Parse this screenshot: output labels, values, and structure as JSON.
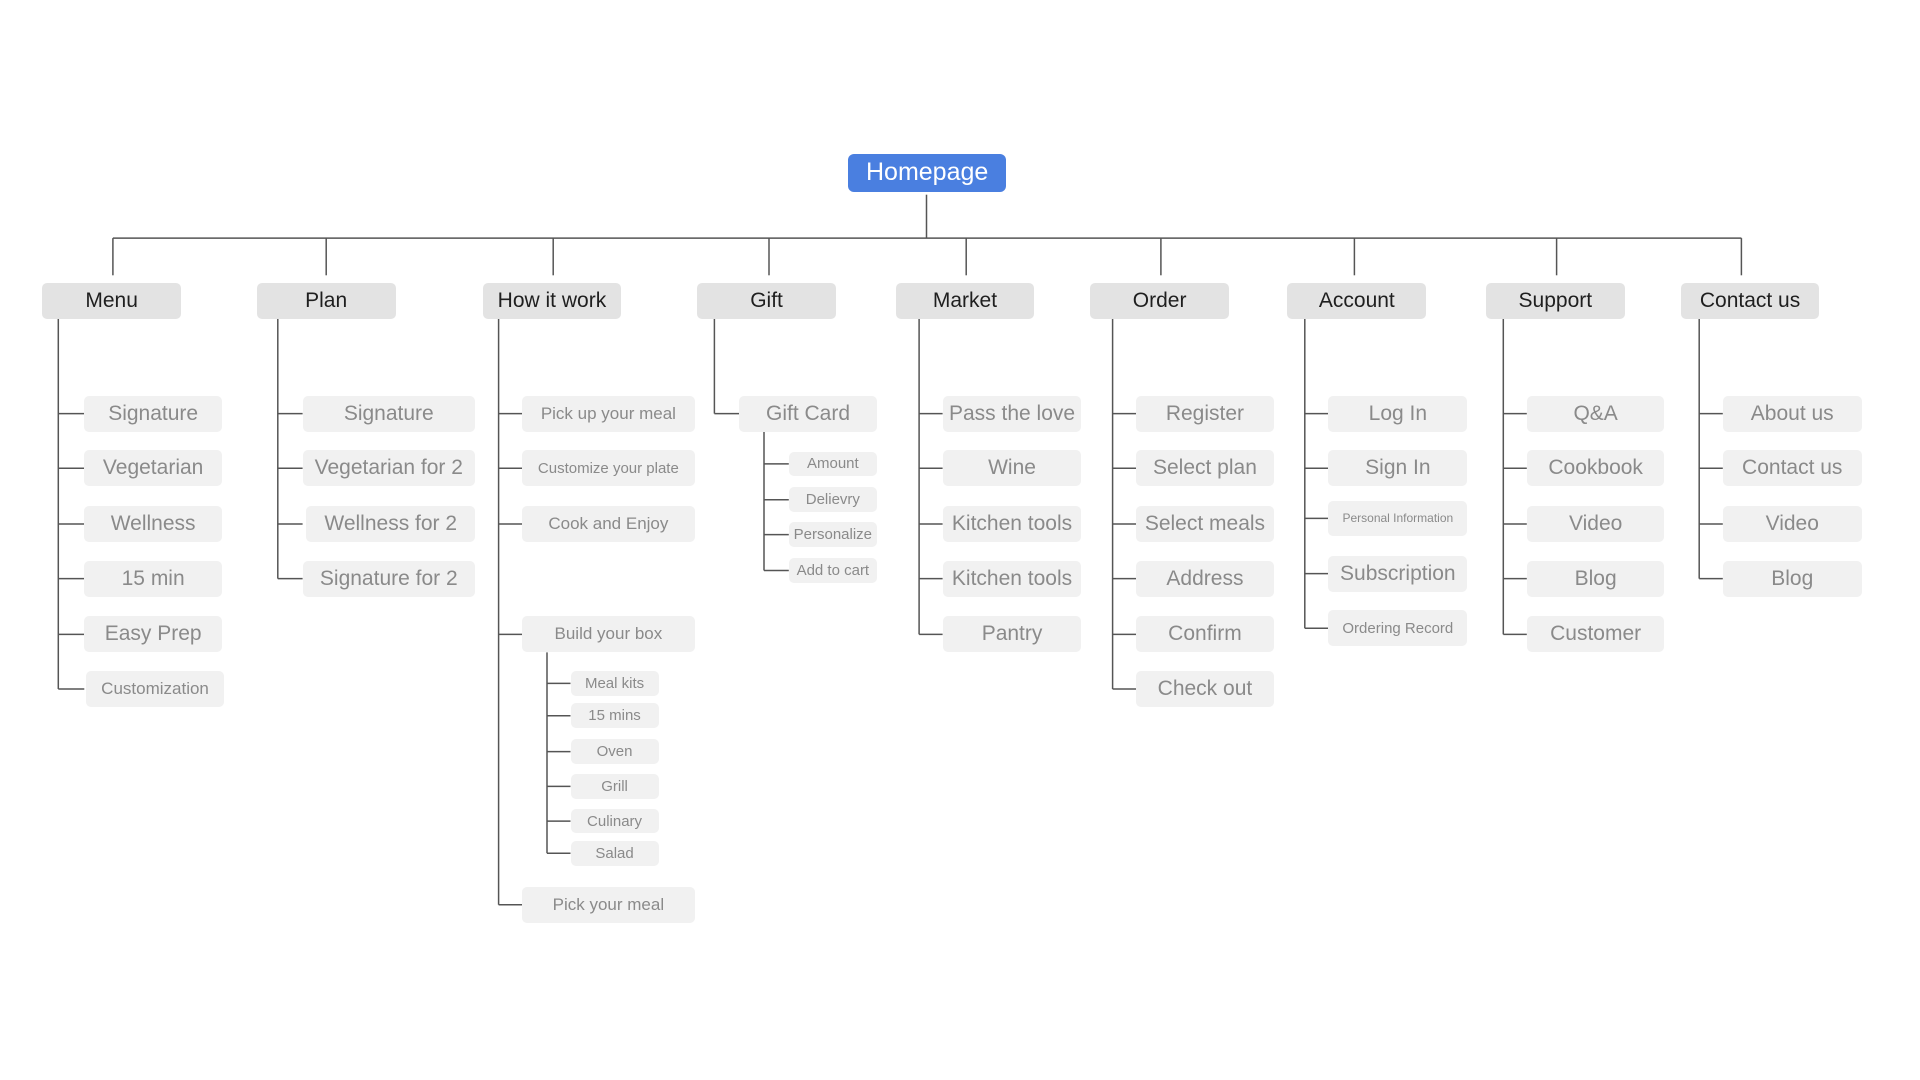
{
  "colors": {
    "root": "#4a7fe0",
    "category": "#e3e3e3",
    "item": "#f1f1f1",
    "item_text": "#8a8a8a",
    "line": "#555555"
  },
  "root": {
    "label": "Homepage"
  },
  "categories": [
    {
      "label": "Menu",
      "items": [
        {
          "label": "Signature"
        },
        {
          "label": "Vegetarian"
        },
        {
          "label": "Wellness"
        },
        {
          "label": "15 min"
        },
        {
          "label": "Easy Prep"
        },
        {
          "label": "Customization"
        }
      ]
    },
    {
      "label": "Plan",
      "items": [
        {
          "label": "Signature"
        },
        {
          "label": "Vegetarian for 2"
        },
        {
          "label": "Wellness for 2"
        },
        {
          "label": "Signature for 2"
        }
      ]
    },
    {
      "label": "How it work",
      "items": [
        {
          "label": "Pick up your meal"
        },
        {
          "label": "Customize your plate"
        },
        {
          "label": "Cook and Enjoy"
        },
        {
          "label": "Build your box",
          "children": [
            {
              "label": "Meal kits"
            },
            {
              "label": "15 mins"
            },
            {
              "label": "Oven"
            },
            {
              "label": "Grill"
            },
            {
              "label": "Culinary"
            },
            {
              "label": "Salad"
            }
          ]
        },
        {
          "label": "Pick your meal"
        }
      ]
    },
    {
      "label": "Gift",
      "items": [
        {
          "label": "Gift  Card",
          "children": [
            {
              "label": "Amount"
            },
            {
              "label": "Delievry"
            },
            {
              "label": "Personalize"
            },
            {
              "label": "Add to cart"
            }
          ]
        }
      ]
    },
    {
      "label": "Market",
      "items": [
        {
          "label": "Pass the love"
        },
        {
          "label": "Wine"
        },
        {
          "label": "Kitchen tools"
        },
        {
          "label": "Kitchen tools"
        },
        {
          "label": "Pantry"
        }
      ]
    },
    {
      "label": "Order",
      "items": [
        {
          "label": "Register"
        },
        {
          "label": "Select plan"
        },
        {
          "label": "Select  meals"
        },
        {
          "label": "Address"
        },
        {
          "label": "Confirm"
        },
        {
          "label": "Check out"
        }
      ]
    },
    {
      "label": "Account",
      "items": [
        {
          "label": "Log In"
        },
        {
          "label": "Sign In"
        },
        {
          "label": "Personal Information"
        },
        {
          "label": "Subscription"
        },
        {
          "label": "Ordering Record"
        }
      ]
    },
    {
      "label": "Support",
      "items": [
        {
          "label": "Q&A"
        },
        {
          "label": "Cookbook"
        },
        {
          "label": "Video"
        },
        {
          "label": "Blog"
        },
        {
          "label": "Customer"
        }
      ]
    },
    {
      "label": "Contact us",
      "items": [
        {
          "label": "About us"
        },
        {
          "label": "Contact us"
        },
        {
          "label": "Video"
        },
        {
          "label": "Blog"
        }
      ]
    }
  ]
}
